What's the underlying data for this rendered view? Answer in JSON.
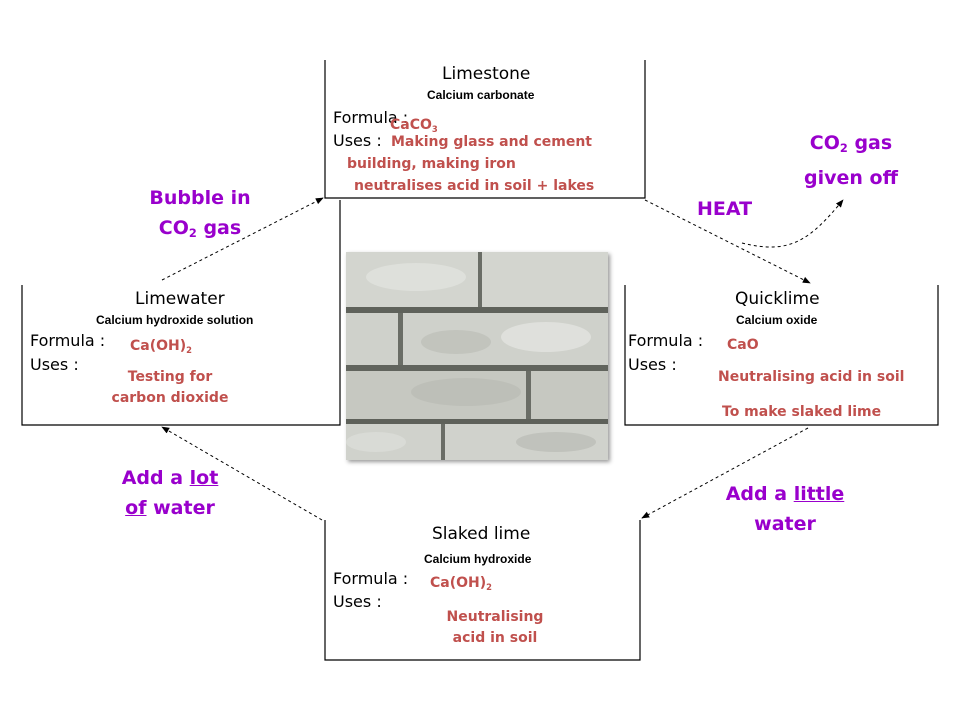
{
  "colors": {
    "accent_text": "#c0504d",
    "step_text": "#9900cc",
    "line": "#000000"
  },
  "limestone": {
    "title": "Limestone",
    "subtitle": "Calcium carbonate",
    "formula_label": "Formula :",
    "uses_label": "Uses :",
    "formula_main": "CaCO",
    "formula_sub": "3",
    "uses": [
      "Making glass and cement",
      "building,  making iron",
      "neutralises acid in soil + lakes"
    ]
  },
  "limewater": {
    "title": "Limewater",
    "subtitle": "Calcium hydroxide solution",
    "formula_label": "Formula :",
    "uses_label": "Uses :",
    "formula_main": "Ca(OH)",
    "formula_sub": "2",
    "uses": [
      "Testing for",
      "carbon dioxide"
    ]
  },
  "quicklime": {
    "title": "Quicklime",
    "subtitle": "Calcium oxide",
    "formula_label": "Formula :",
    "uses_label": "Uses :",
    "formula": "CaO",
    "uses": [
      "Neutralising acid in soil",
      "To make slaked lime"
    ]
  },
  "slaked_lime": {
    "title": "Slaked lime",
    "subtitle": "Calcium hydroxide",
    "formula_label": "Formula :",
    "uses_label": "Uses :",
    "formula_main": "Ca(OH)",
    "formula_sub": "2",
    "uses": [
      "Neutralising",
      "acid in soil"
    ]
  },
  "steps": {
    "bubble_line1": "Bubble in",
    "bubble_co": "CO",
    "bubble_sub": "2",
    "bubble_tail": " gas",
    "heat": "HEAT",
    "co2_co": "CO",
    "co2_sub": "2",
    "co2_tail": " gas",
    "co2_line2": "given off",
    "add_lot_prefix": "Add a ",
    "add_lot_word1": "lot",
    "add_lot_word2": "of",
    "add_lot_suffix": " water",
    "add_little_prefix": "Add a ",
    "add_little_word": "little",
    "add_little_line2": "water"
  },
  "photo": {
    "subject": "limestone rock wall"
  }
}
